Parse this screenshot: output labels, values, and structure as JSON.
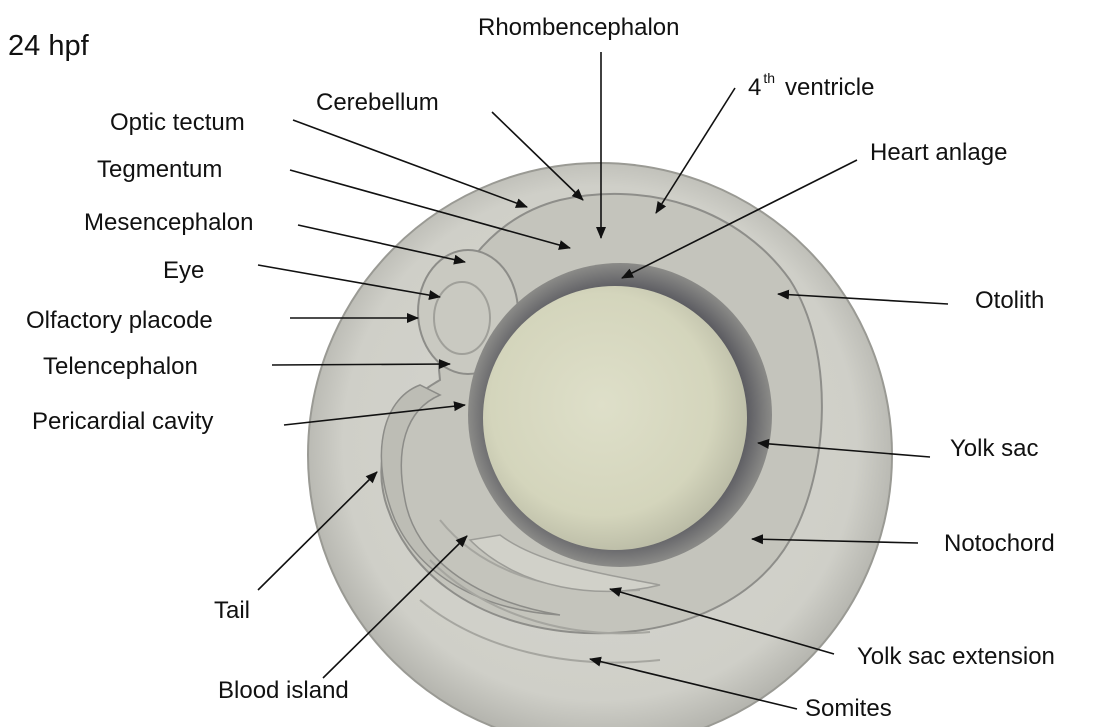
{
  "figure": {
    "title": "24 hpf",
    "labels": {
      "rhombencephalon": "Rhombencephalon",
      "ventricle_number": "4",
      "ventricle_sup": "th",
      "ventricle_word": "ventricle",
      "cerebellum": "Cerebellum",
      "optic_tectum": "Optic tectum",
      "heart_anlage": "Heart anlage",
      "tegmentum": "Tegmentum",
      "mesencephalon": "Mesencephalon",
      "eye": "Eye",
      "otolith": "Otolith",
      "olfactory_placode": "Olfactory placode",
      "telencephalon": "Telencephalon",
      "pericardial_cavity": "Pericardial cavity",
      "yolk_sac": "Yolk sac",
      "notochord": "Notochord",
      "tail": "Tail",
      "yolk_sac_extension": "Yolk sac extension",
      "blood_island": "Blood island",
      "somites": "Somites"
    }
  }
}
